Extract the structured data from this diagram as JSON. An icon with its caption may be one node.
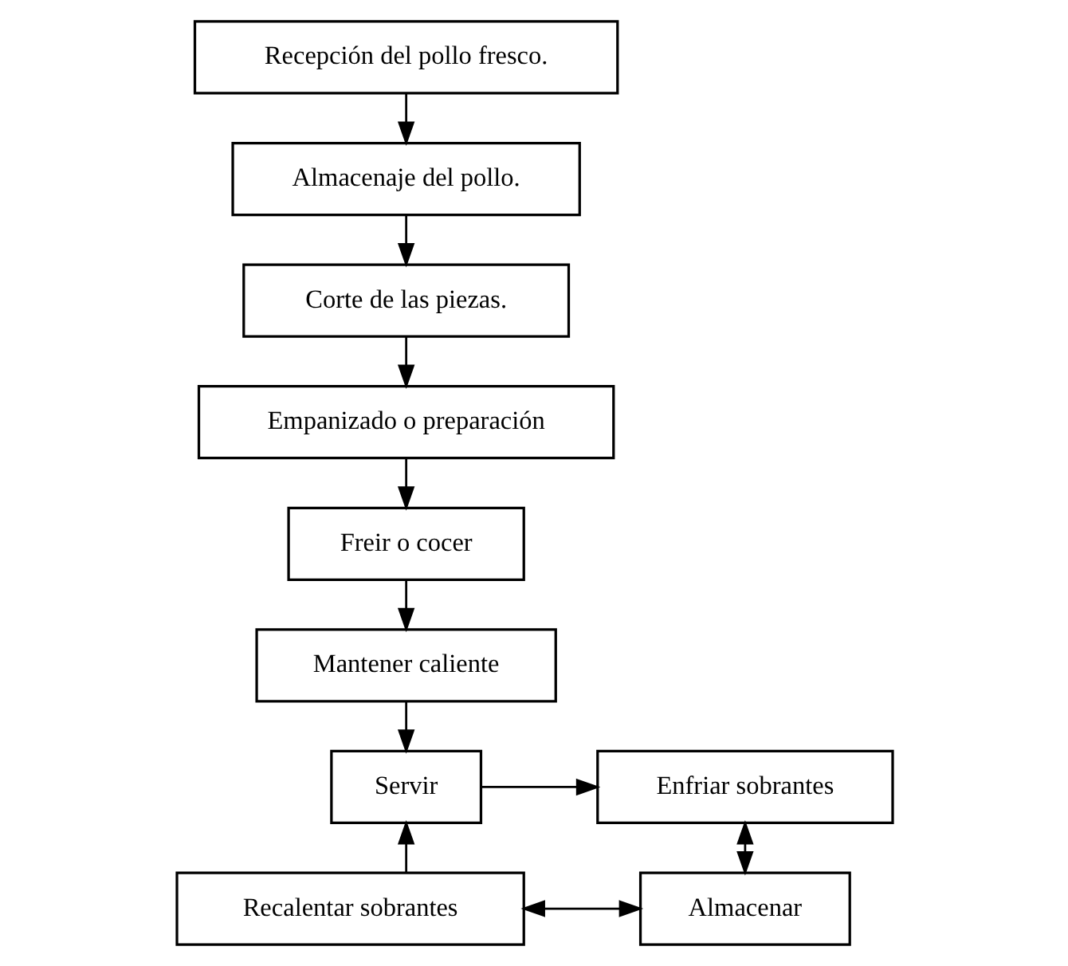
{
  "diagram": {
    "nodes": [
      {
        "text": [
          "Recepción del pollo fresco."
        ]
      },
      {
        "text": [
          "Almacenaje del pollo."
        ]
      },
      {
        "text": [
          "Corte de las piezas."
        ]
      },
      {
        "text": [
          "Empanizado o preparación"
        ]
      },
      {
        "text": [
          "Freir o cocer"
        ]
      },
      {
        "text": [
          "Mantener caliente"
        ]
      },
      {
        "text": [
          "Servir"
        ]
      },
      {
        "text": [
          "Enfriar sobrantes"
        ]
      },
      {
        "text": [
          "Recalentar sobrantes"
        ]
      },
      {
        "text": [
          "Almacenar"
        ]
      }
    ],
    "edges": [
      {
        "from": 0,
        "to": 1,
        "arrow": "to"
      },
      {
        "from": 1,
        "to": 2,
        "arrow": "to"
      },
      {
        "from": 2,
        "to": 3,
        "arrow": "to"
      },
      {
        "from": 3,
        "to": 4,
        "arrow": "to"
      },
      {
        "from": 4,
        "to": 5,
        "arrow": "to"
      },
      {
        "from": 5,
        "to": 6,
        "arrow": "to"
      },
      {
        "from": 6,
        "to": 7,
        "arrow": "to"
      },
      {
        "from": 7,
        "to": 9,
        "arrow": "both"
      },
      {
        "from": 8,
        "to": 9,
        "arrow": "both"
      },
      {
        "from": 8,
        "to": 6,
        "arrow": "to"
      }
    ]
  }
}
